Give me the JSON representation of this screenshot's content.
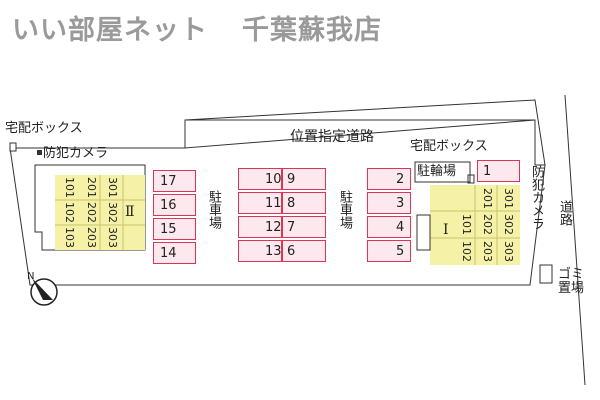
{
  "header": {
    "agency": "いい部屋ネット",
    "branch": "千葉蘇我店"
  },
  "labels": {
    "road_designated": "位置指定道路",
    "road": "道路",
    "delivery_box": "宅配ボックス",
    "security_camera": "防犯カメラ",
    "parking": "駐車場",
    "bicycle_parking": "駐輪場",
    "garbage_1": "ゴミ",
    "garbage_2": "置場"
  },
  "buildings": {
    "left": {
      "name": "Ⅱ",
      "units": [
        "301",
        "302",
        "303",
        "201",
        "202",
        "203",
        "101",
        "102",
        "103"
      ]
    },
    "right": {
      "name": "Ⅰ",
      "units": [
        "301",
        "302",
        "303",
        "201",
        "202",
        "203",
        "101",
        "102"
      ]
    }
  },
  "parking": {
    "col_a": [
      "17",
      "16",
      "15",
      "14"
    ],
    "col_b_left": [
      "10",
      "11",
      "12",
      "13"
    ],
    "col_b_right": [
      "9",
      "8",
      "7",
      "6"
    ],
    "col_c": [
      "2",
      "3",
      "4",
      "5"
    ],
    "extra": "1"
  },
  "colors": {
    "parking_border": "#d9375a",
    "parking_fill": "#fde8ee",
    "building": "#f5f2a8",
    "line": "#333333"
  },
  "icons": [
    "north-arrow-icon",
    "delivery-box-icon",
    "security-camera-icon",
    "garbage-bin-icon"
  ]
}
